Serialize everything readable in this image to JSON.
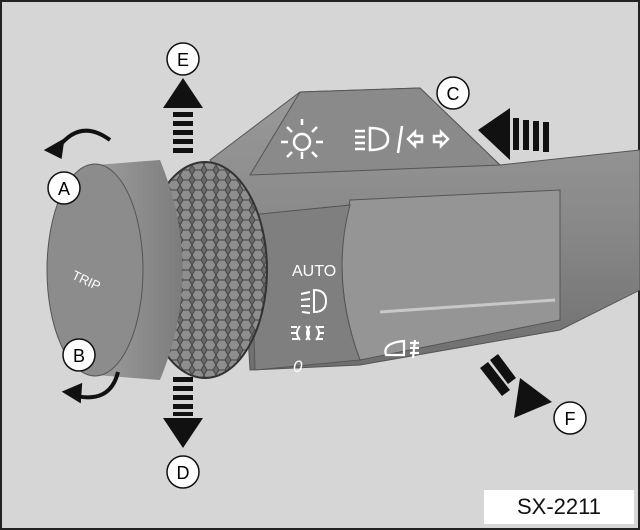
{
  "figure_code": "SX-2211",
  "callouts": [
    "A",
    "B",
    "C",
    "D",
    "E",
    "F"
  ],
  "switch_labels": {
    "auto": "AUTO",
    "off": "0",
    "trip": "TRIP"
  },
  "colors": {
    "background": "#d6d6d6",
    "stalk": "#8c8c8c",
    "stalk_dark": "#6e6e6e",
    "symbol": "#ffffff",
    "frame": "#222222"
  }
}
